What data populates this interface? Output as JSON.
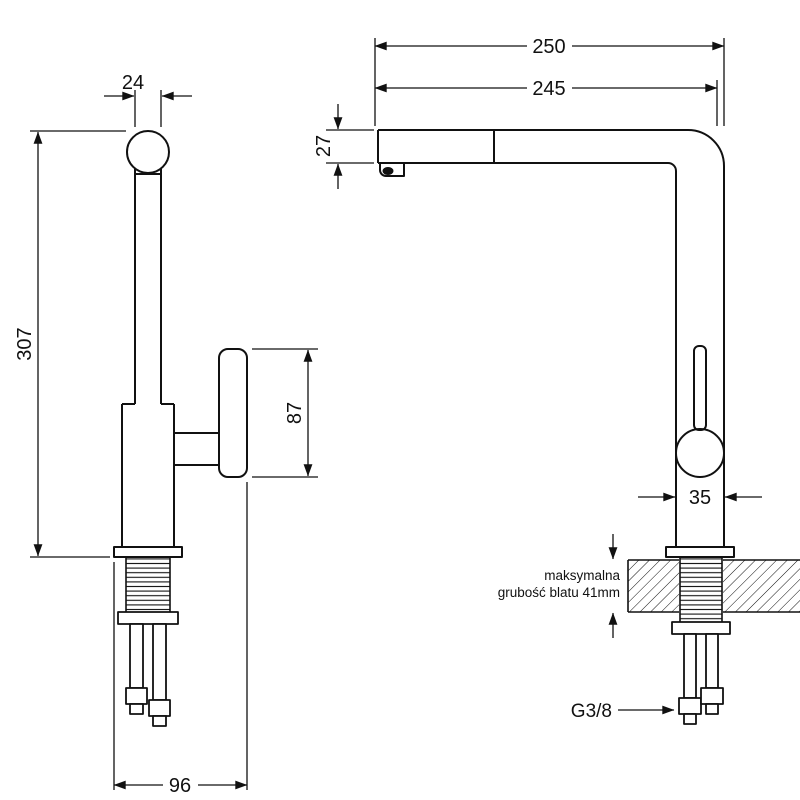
{
  "colors": {
    "ink": "#111111",
    "paper": "#ffffff"
  },
  "front_view": {
    "dim_spout_width": "24",
    "dim_total_height": "307",
    "dim_handle_length": "87",
    "dim_base_depth": "96"
  },
  "side_view": {
    "dim_total_reach": "250",
    "dim_spout_reach": "245",
    "dim_spout_height": "27",
    "dim_body_width": "35",
    "counter_note_line1": "maksymalna",
    "counter_note_line2": "grubość blatu 41mm",
    "thread_size": "G3/8"
  }
}
